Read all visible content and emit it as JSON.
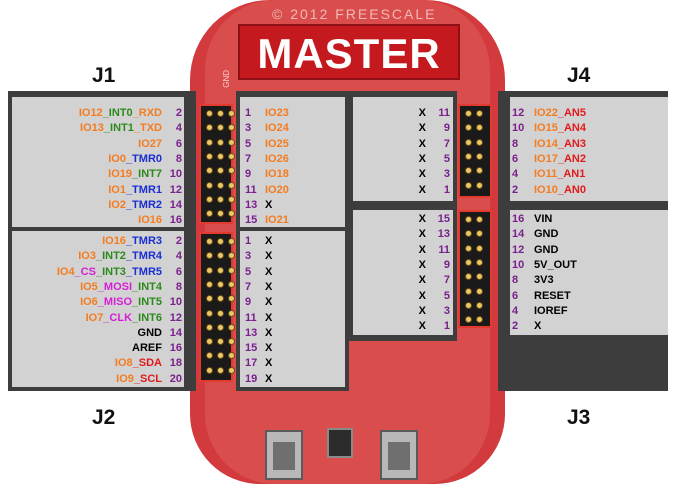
{
  "board": {
    "copyright": "© 2012 FREESCALE",
    "title": "MASTER",
    "gnd_label": "GND"
  },
  "labels": {
    "j1": "J1",
    "j2": "J2",
    "j3": "J3",
    "j4": "J4"
  },
  "colors": {
    "orange": "#f47c20",
    "green": "#2c8a1c",
    "blue": "#1b2fd1",
    "magenta": "#d61fd6",
    "red": "#e11b1b",
    "purple": "#7a1f8c",
    "board": "#d23a3d",
    "panel": "#3d3d3d",
    "box": "#d2d2d2"
  },
  "j1_pins": [
    {
      "num": "2",
      "parts": [
        [
          "IO12",
          "orange"
        ],
        [
          "_INT0",
          "green"
        ],
        [
          "_RXD",
          "orange"
        ]
      ]
    },
    {
      "num": "4",
      "parts": [
        [
          "IO13",
          "orange"
        ],
        [
          "_INT1",
          "green"
        ],
        [
          "_TXD",
          "orange"
        ]
      ]
    },
    {
      "num": "6",
      "parts": [
        [
          "IO27",
          "orange"
        ]
      ]
    },
    {
      "num": "8",
      "parts": [
        [
          "IO0",
          "orange"
        ],
        [
          "_TMR0",
          "blue"
        ]
      ]
    },
    {
      "num": "10",
      "parts": [
        [
          "IO19",
          "orange"
        ],
        [
          "_INT7",
          "green"
        ]
      ]
    },
    {
      "num": "12",
      "parts": [
        [
          "IO1",
          "orange"
        ],
        [
          "_TMR1",
          "blue"
        ]
      ]
    },
    {
      "num": "14",
      "parts": [
        [
          "IO2",
          "orange"
        ],
        [
          "_TMR2",
          "blue"
        ]
      ]
    },
    {
      "num": "16",
      "parts": [
        [
          "IO16",
          "orange"
        ]
      ]
    }
  ],
  "j2_pins": [
    {
      "num": "2",
      "parts": [
        [
          "IO16",
          "orange"
        ],
        [
          "_TMR3",
          "blue"
        ]
      ]
    },
    {
      "num": "4",
      "parts": [
        [
          "IO3",
          "orange"
        ],
        [
          "_INT2",
          "green"
        ],
        [
          "_TMR4",
          "blue"
        ]
      ]
    },
    {
      "num": "6",
      "parts": [
        [
          "IO4",
          "orange"
        ],
        [
          "_CS",
          "magenta"
        ],
        [
          "_INT3",
          "green"
        ],
        [
          "_TMR5",
          "blue"
        ]
      ]
    },
    {
      "num": "8",
      "parts": [
        [
          "IO5",
          "orange"
        ],
        [
          "_MOSI",
          "magenta"
        ],
        [
          "_INT4",
          "green"
        ]
      ]
    },
    {
      "num": "10",
      "parts": [
        [
          "IO6",
          "orange"
        ],
        [
          "_MISO",
          "magenta"
        ],
        [
          "_INT5",
          "green"
        ]
      ]
    },
    {
      "num": "12",
      "parts": [
        [
          "IO7",
          "orange"
        ],
        [
          "_CLK",
          "magenta"
        ],
        [
          "_INT6",
          "green"
        ]
      ]
    },
    {
      "num": "14",
      "parts": [
        [
          "GND",
          "black"
        ]
      ]
    },
    {
      "num": "16",
      "parts": [
        [
          "AREF",
          "black"
        ]
      ]
    },
    {
      "num": "18",
      "parts": [
        [
          "IO8",
          "orange"
        ],
        [
          "_SDA",
          "red"
        ]
      ]
    },
    {
      "num": "20",
      "parts": [
        [
          "IO9",
          "orange"
        ],
        [
          "_SCL",
          "red"
        ]
      ]
    }
  ],
  "j1_odd": [
    {
      "num": "1",
      "label": "IO23",
      "color": "orange"
    },
    {
      "num": "3",
      "label": "IO24",
      "color": "orange"
    },
    {
      "num": "5",
      "label": "IO25",
      "color": "orange"
    },
    {
      "num": "7",
      "label": "IO26",
      "color": "orange"
    },
    {
      "num": "9",
      "label": "IO18",
      "color": "orange"
    },
    {
      "num": "11",
      "label": "IO20",
      "color": "orange"
    },
    {
      "num": "13",
      "label": "X",
      "color": "black"
    },
    {
      "num": "15",
      "label": "IO21",
      "color": "orange"
    }
  ],
  "j2_odd": [
    {
      "num": "1",
      "label": "X"
    },
    {
      "num": "3",
      "label": "X"
    },
    {
      "num": "5",
      "label": "X"
    },
    {
      "num": "7",
      "label": "X"
    },
    {
      "num": "9",
      "label": "X"
    },
    {
      "num": "11",
      "label": "X"
    },
    {
      "num": "13",
      "label": "X"
    },
    {
      "num": "15",
      "label": "X"
    },
    {
      "num": "17",
      "label": "X"
    },
    {
      "num": "19",
      "label": "X"
    }
  ],
  "j4_odd": [
    {
      "label": "X",
      "num": "11"
    },
    {
      "label": "X",
      "num": "9"
    },
    {
      "label": "X",
      "num": "7"
    },
    {
      "label": "X",
      "num": "5"
    },
    {
      "label": "X",
      "num": "3"
    },
    {
      "label": "X",
      "num": "1"
    }
  ],
  "j3_odd": [
    {
      "label": "X",
      "num": "15"
    },
    {
      "label": "X",
      "num": "13"
    },
    {
      "label": "X",
      "num": "11"
    },
    {
      "label": "X",
      "num": "9"
    },
    {
      "label": "X",
      "num": "7"
    },
    {
      "label": "X",
      "num": "5"
    },
    {
      "label": "X",
      "num": "3"
    },
    {
      "label": "X",
      "num": "1"
    }
  ],
  "j4_pins": [
    {
      "num": "12",
      "parts": [
        [
          "IO22",
          "orange"
        ],
        [
          "_AN5",
          "red"
        ]
      ]
    },
    {
      "num": "10",
      "parts": [
        [
          "IO15",
          "orange"
        ],
        [
          "_AN4",
          "red"
        ]
      ]
    },
    {
      "num": "8",
      "parts": [
        [
          "IO14",
          "orange"
        ],
        [
          "_AN3",
          "red"
        ]
      ]
    },
    {
      "num": "6",
      "parts": [
        [
          "IO17",
          "orange"
        ],
        [
          "_AN2",
          "red"
        ]
      ]
    },
    {
      "num": "4",
      "parts": [
        [
          "IO11",
          "orange"
        ],
        [
          "_AN1",
          "red"
        ]
      ]
    },
    {
      "num": "2",
      "parts": [
        [
          "IO10",
          "orange"
        ],
        [
          "_AN0",
          "red"
        ]
      ]
    }
  ],
  "j3_pins": [
    {
      "num": "16",
      "label": "VIN"
    },
    {
      "num": "14",
      "label": "GND"
    },
    {
      "num": "12",
      "label": "GND"
    },
    {
      "num": "10",
      "label": "5V_OUT"
    },
    {
      "num": "8",
      "label": "3V3"
    },
    {
      "num": "6",
      "label": "RESET"
    },
    {
      "num": "4",
      "label": "IOREF"
    },
    {
      "num": "2",
      "label": "X"
    }
  ]
}
